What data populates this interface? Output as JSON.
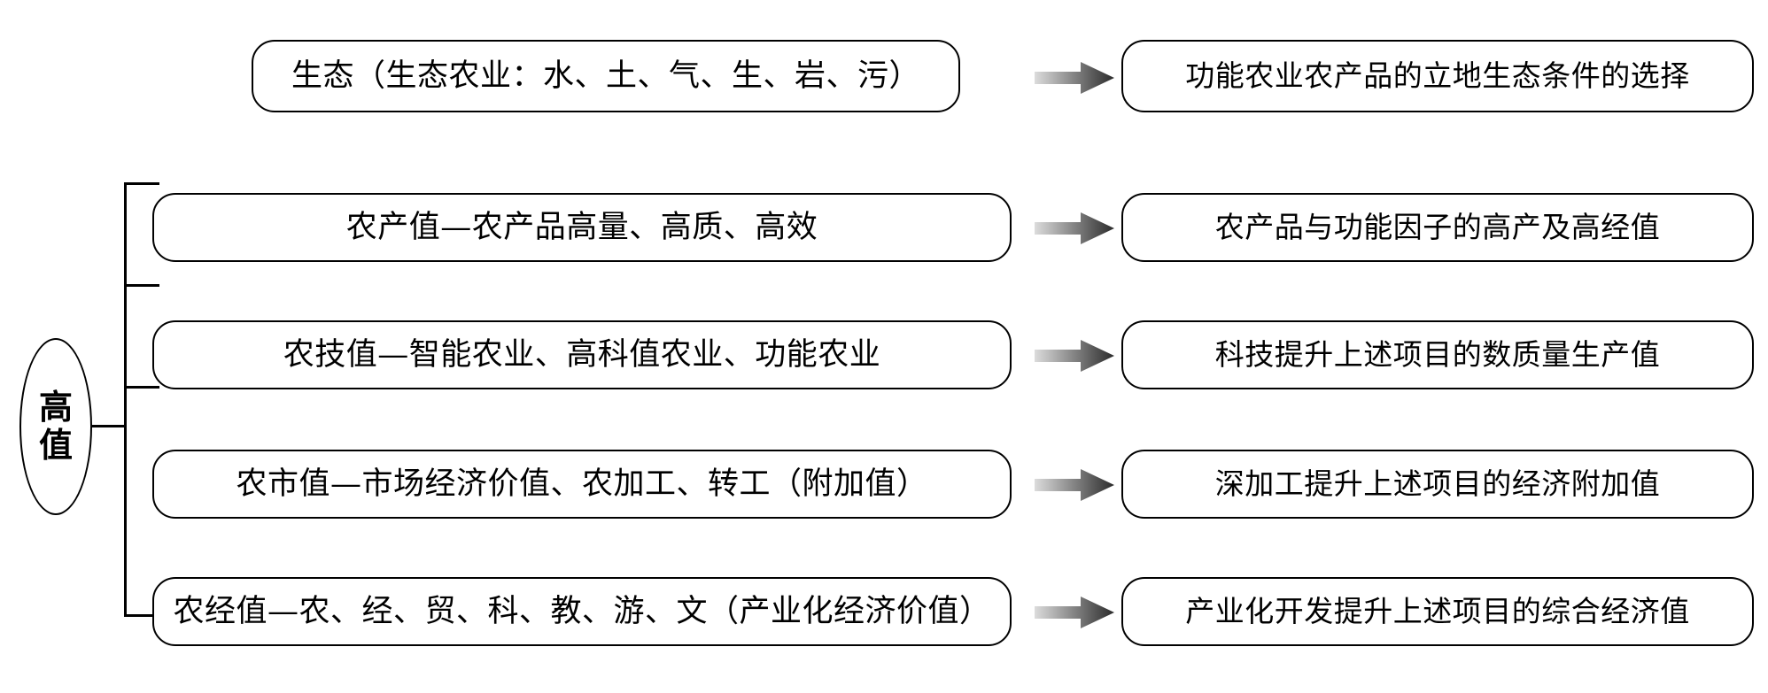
{
  "diagram": {
    "title_hub": {
      "label_line1": "高",
      "label_line2": "值"
    },
    "eco_row": {
      "left_label": "生态（生态农业：水、土、气、生、岩、污）",
      "arrow_icon": "gradient-right-arrow-icon",
      "right_label": "功能农业农产品的立地生态条件的选择"
    },
    "rows": [
      {
        "left_label": "农产值—农产品高量、高质、高效",
        "arrow_icon": "gradient-right-arrow-icon",
        "right_label": "农产品与功能因子的高产及高经值"
      },
      {
        "left_label": "农技值—智能农业、高科值农业、功能农业",
        "arrow_icon": "gradient-right-arrow-icon",
        "right_label": "科技提升上述项目的数质量生产值"
      },
      {
        "left_label": "农市值—市场经济价值、农加工、转工（附加值）",
        "arrow_icon": "gradient-right-arrow-icon",
        "right_label": "深加工提升上述项目的经济附加值"
      },
      {
        "left_label": "农经值—农、经、贸、科、教、游、文（产业化经济价值）",
        "arrow_icon": "gradient-right-arrow-icon",
        "right_label": "产业化开发提升上述项目的综合经济值"
      }
    ],
    "colors": {
      "stroke": "#000000",
      "background": "#ffffff",
      "arrow_gradient_start": "#d9d9d9",
      "arrow_gradient_end": "#2b2b2b"
    }
  }
}
